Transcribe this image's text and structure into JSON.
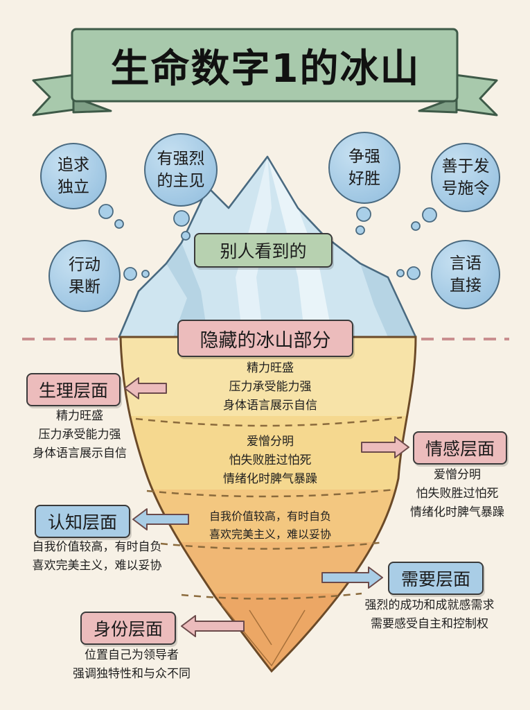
{
  "title": "生命数字1的冰山",
  "colors": {
    "background": "#f7f1e6",
    "banner": "#a8c9ac",
    "ice": "#c9e2ee",
    "bubble": "#9fc6e3",
    "layer_1": "#f7e3a8",
    "layer_2": "#f5d88f",
    "layer_3": "#f3c780",
    "layer_4": "#f0b774",
    "layer_5": "#eca765",
    "tag_pink": "#ecbcbc",
    "tag_blue": "#a9cde6",
    "tag_green": "#b7d1b0"
  },
  "visible": {
    "label": "别人看到的",
    "bubbles": [
      {
        "id": "independence",
        "text": "追求\n独立"
      },
      {
        "id": "opinion",
        "text": "有强烈\n的主见"
      },
      {
        "id": "competitive",
        "text": "争强\n好胜"
      },
      {
        "id": "command",
        "text": "善于发\n号施令"
      },
      {
        "id": "decisive",
        "text": "行动\n果断"
      },
      {
        "id": "direct",
        "text": "言语\n直接"
      }
    ]
  },
  "hidden": {
    "label": "隐藏的冰山部分",
    "layers": [
      {
        "name": "生理层面",
        "side": "left",
        "color": "pink",
        "inner_lines": [
          "精力旺盛",
          "压力承受能力强",
          "身体语言展示自信"
        ],
        "outer_lines": [
          "精力旺盛",
          "压力承受能力强",
          "身体语言展示自信"
        ]
      },
      {
        "name": "情感层面",
        "side": "right",
        "color": "pink",
        "inner_lines": [
          "爱憎分明",
          "怕失败胜过怕死",
          "情绪化时脾气暴躁"
        ],
        "outer_lines": [
          "爱憎分明",
          "怕失败胜过怕死",
          "情绪化时脾气暴躁"
        ]
      },
      {
        "name": "认知层面",
        "side": "left",
        "color": "blue",
        "inner_lines": [
          "自我价值较高，有时自负",
          "喜欢完美主义，难以妥协"
        ],
        "outer_lines": [
          "自我价值较高，有时自负",
          "喜欢完美主义，难以妥协"
        ]
      },
      {
        "name": "需要层面",
        "side": "right",
        "color": "blue",
        "inner_lines": [],
        "outer_lines": [
          "强烈的成功和成就感需求",
          "需要感受自主和控制权"
        ]
      },
      {
        "name": "身份层面",
        "side": "left",
        "color": "pink",
        "inner_lines": [],
        "outer_lines": [
          "位置自己为领导者",
          "强调独特性和与众不同"
        ]
      }
    ]
  }
}
